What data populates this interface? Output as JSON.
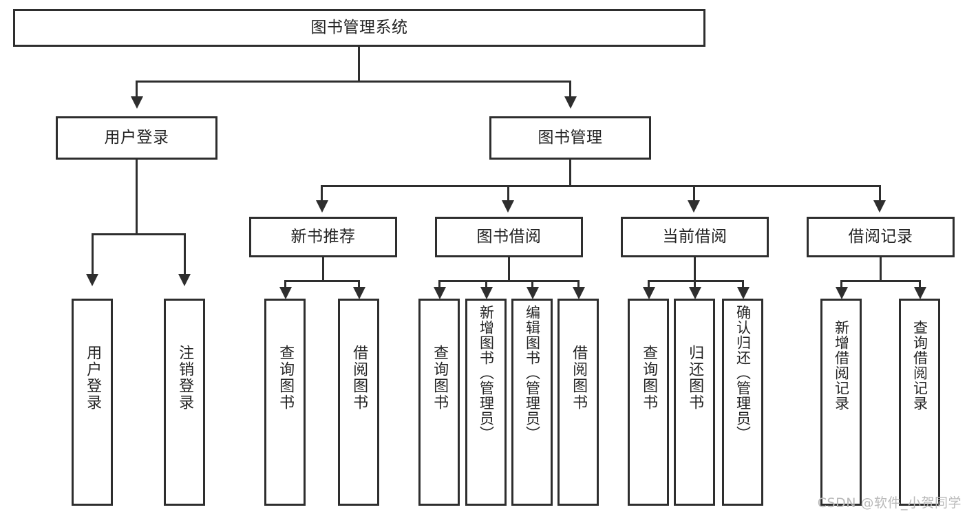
{
  "diagram": {
    "title": "图书管理系统",
    "type": "tree-hierarchy",
    "root": {
      "label": "图书管理系统"
    },
    "level2": [
      {
        "label": "用户登录"
      },
      {
        "label": "图书管理"
      }
    ],
    "level3": [
      {
        "label": "新书推荐"
      },
      {
        "label": "图书借阅"
      },
      {
        "label": "当前借阅"
      },
      {
        "label": "借阅记录"
      }
    ],
    "leaves": {
      "user_login": [
        {
          "label": "用户登录"
        },
        {
          "label": "注销登录"
        }
      ],
      "new_book_recommend": [
        {
          "label": "查询图书"
        },
        {
          "label": "借阅图书"
        }
      ],
      "book_borrow": [
        {
          "label": "查询图书"
        },
        {
          "label": "新增图书（管理员）"
        },
        {
          "label": "编辑图书（管理员）"
        },
        {
          "label": "借阅图书"
        }
      ],
      "current_borrow": [
        {
          "label": "查询图书"
        },
        {
          "label": "归还图书"
        },
        {
          "label": "确认归还（管理员）"
        }
      ],
      "borrow_records": [
        {
          "label": "新增借阅记录"
        },
        {
          "label": "查询借阅记录"
        }
      ]
    }
  },
  "watermark": "CSDN @软件_小贺同学",
  "colors": {
    "stroke": "#2e2e2e",
    "text": "#232323",
    "background": "#ffffff",
    "watermark": "#b9b9b9"
  }
}
